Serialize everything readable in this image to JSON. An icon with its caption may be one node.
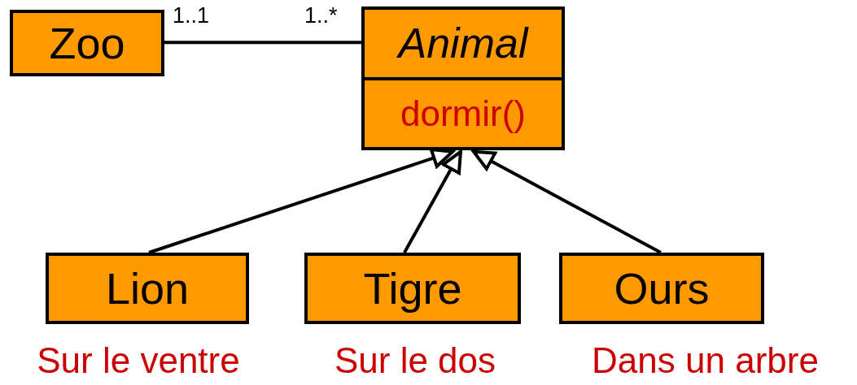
{
  "diagram": {
    "nodes": [
      {
        "text": [
          "Zoo"
        ]
      },
      {
        "text": [
          "Animal",
          "dormir()"
        ]
      },
      {
        "text": [
          "Lion"
        ],
        "beside": [
          "Sur le ventre"
        ]
      },
      {
        "text": [
          "Tigre"
        ],
        "beside": [
          "Sur le dos"
        ]
      },
      {
        "text": [
          "Ours"
        ],
        "beside": [
          "Dans un arbre"
        ]
      }
    ],
    "edges": [
      {
        "from": 0,
        "to": 1,
        "arrow": "none"
      },
      {
        "from": 2,
        "to": 1,
        "arrow": "to"
      },
      {
        "from": 3,
        "to": 1,
        "arrow": "to"
      },
      {
        "from": 4,
        "to": 1,
        "arrow": "to"
      }
    ],
    "labels": [
      "1..1",
      "1..*"
    ]
  }
}
